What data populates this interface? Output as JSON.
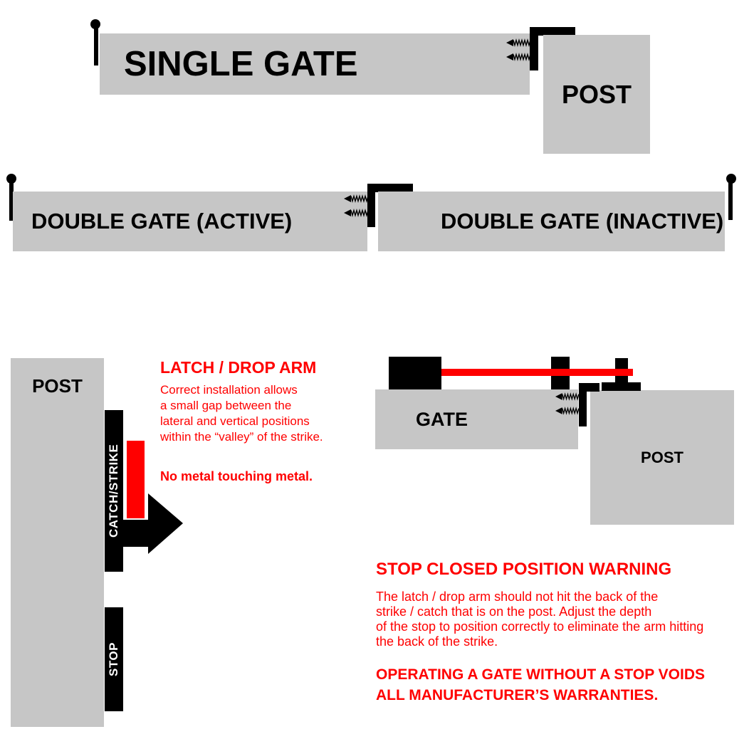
{
  "colors": {
    "gray": "#C6C6C6",
    "red": "#FF0000",
    "black": "#000000",
    "white": "#FFFFFF"
  },
  "single_gate": {
    "title": "SINGLE GATE",
    "post_label": "POST"
  },
  "double_gate": {
    "active_label": "DOUBLE GATE (ACTIVE)",
    "inactive_label": "DOUBLE GATE (INACTIVE)"
  },
  "latch_detail": {
    "post_label": "POST",
    "catch_strike_label": "CATCH/STRIKE",
    "stop_label": "STOP",
    "heading": "LATCH / DROP ARM",
    "body_lines": [
      "Correct installation allows",
      "a small gap between the",
      "lateral and vertical positions",
      "within the “valley” of the strike."
    ],
    "note": "No metal touching metal."
  },
  "closure_detail": {
    "gate_label": "GATE",
    "post_label": "POST"
  },
  "warning": {
    "heading": "STOP CLOSED POSITION WARNING",
    "body_lines": [
      "The latch / drop arm should not hit the back of the",
      "strike / catch that is on the post. Adjust the depth",
      "of the stop to position correctly to eliminate the arm hitting",
      "the back of the strike."
    ],
    "emphasis_lines": [
      "OPERATING A GATE WITHOUT A STOP VOIDS",
      "ALL MANUFACTURER’S WARRANTIES."
    ]
  },
  "icons": {
    "screw": "left-arrow-screw",
    "hinge_pin": "ball-top-pin",
    "arrow": "right-block-arrow"
  }
}
